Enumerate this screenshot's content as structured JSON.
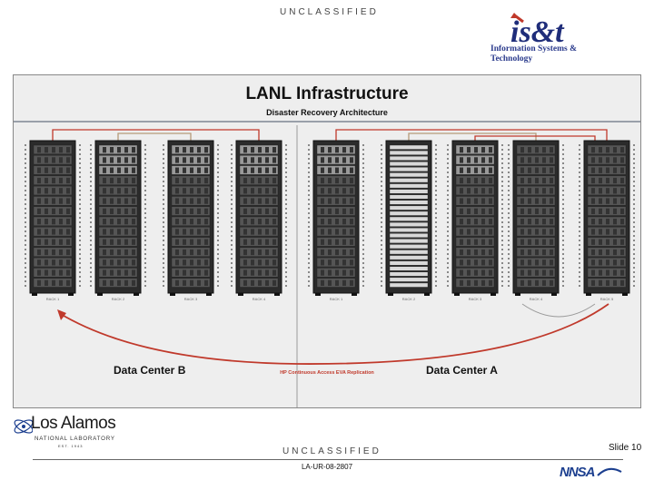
{
  "header": {
    "classification": "UNCLASSIFIED"
  },
  "isat_logo": {
    "mark": "is&t",
    "line1": "Information Systems &",
    "line2": "Technology"
  },
  "diagram": {
    "title": "LANL Infrastructure",
    "subtitle": "Disaster Recovery Architecture",
    "racks": [
      {
        "label": "RACK 1",
        "style": "plain"
      },
      {
        "label": "RACK 2",
        "style": "rackmount"
      },
      {
        "label": "RACK 3",
        "style": "rackmount"
      },
      {
        "label": "RACK 4",
        "style": "rackmount"
      },
      {
        "label": "RACK 1",
        "style": "rackmount"
      },
      {
        "label": "RACK 2",
        "style": "dense"
      },
      {
        "label": "RACK 3",
        "style": "rackmount"
      },
      {
        "label": "RACK 4",
        "style": "plain"
      },
      {
        "label": "RACK 5",
        "style": "plain"
      }
    ],
    "data_center_b": "Data Center B",
    "data_center_a": "Data Center A",
    "replication_label": "HP Continuous Access EVA Replication"
  },
  "footer": {
    "classification": "UNCLASSIFIED",
    "slide_number": "Slide 10",
    "doc_number": "LA-UR-08-2807",
    "la_logo_title": "Los Alamos",
    "la_logo_subtitle": "NATIONAL LABORATORY",
    "la_logo_est": "EST. 1943",
    "nnsa_logo": "NNSA"
  },
  "colors": {
    "rack_body": "#2b2b2b",
    "rack_unit": "#555555",
    "link_red": "#c0392b",
    "link_beige": "#b59a7a",
    "arrow_red": "#c0392b",
    "brand_blue": "#2a3a8c"
  }
}
